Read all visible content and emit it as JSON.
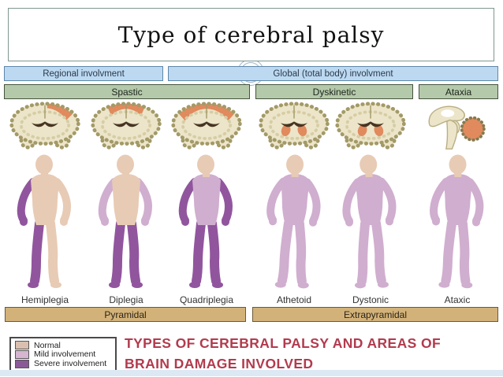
{
  "slide": {
    "title": "Type of cerebral palsy"
  },
  "involvement_bars": [
    {
      "label": "Regional involvment"
    },
    {
      "label": "Global (total body) involvment"
    }
  ],
  "category_bars": [
    {
      "label": "Spastic"
    },
    {
      "label": "Dyskinetic"
    },
    {
      "label": "Ataxia"
    }
  ],
  "columns": [
    {
      "label": "Hemiplegia",
      "brain": "motor-right",
      "body": {
        "head": "normal",
        "torso": "normal",
        "left_arm": "severe",
        "right_arm": "normal",
        "left_leg": "severe",
        "right_leg": "normal"
      }
    },
    {
      "label": "Diplegia",
      "brain": "motor-both",
      "body": {
        "head": "normal",
        "torso": "normal",
        "left_arm": "mild",
        "right_arm": "mild",
        "left_leg": "severe",
        "right_leg": "severe"
      }
    },
    {
      "label": "Quadriplegia",
      "brain": "motor-wide",
      "body": {
        "head": "normal",
        "torso": "mild",
        "left_arm": "severe",
        "right_arm": "severe",
        "left_leg": "severe",
        "right_leg": "severe"
      }
    },
    {
      "label": "Athetoid",
      "brain": "basal-ganglia",
      "body": {
        "head": "normal",
        "torso": "mild",
        "left_arm": "mild",
        "right_arm": "mild",
        "left_leg": "mild",
        "right_leg": "mild"
      }
    },
    {
      "label": "Dystonic",
      "brain": "basal-ganglia",
      "body": {
        "head": "normal",
        "torso": "mild",
        "left_arm": "mild",
        "right_arm": "mild",
        "left_leg": "mild",
        "right_leg": "mild"
      }
    },
    {
      "label": "Ataxic",
      "brain": "cerebellum",
      "body": {
        "head": "normal",
        "torso": "mild",
        "left_arm": "mild",
        "right_arm": "mild",
        "left_leg": "mild",
        "right_leg": "mild"
      }
    }
  ],
  "tract_bars": [
    {
      "label": "Pyramidal"
    },
    {
      "label": "Extrapyramidal"
    }
  ],
  "legend": {
    "items": [
      {
        "label": "Normal",
        "color": "#d9bfb0"
      },
      {
        "label": "Mild involvement",
        "color": "#d6b5d1"
      },
      {
        "label": "Severe involvement",
        "color": "#8a5a96"
      }
    ]
  },
  "caption": {
    "text": "TYPES OF CEREBRAL PALSY AND AREAS OF BRAIN DAMAGE INVOLVED"
  },
  "colors": {
    "normal": "#e8cbb5",
    "mild": "#d0aecf",
    "severe": "#91559e",
    "bar_blue": "#bcd9f1",
    "bar_green": "#b4c9a9",
    "bar_tan": "#d3b279",
    "brain_highlight": "#e08a5e",
    "caption_red": "#b23b4e",
    "footer_strip": "#dce8f4"
  }
}
